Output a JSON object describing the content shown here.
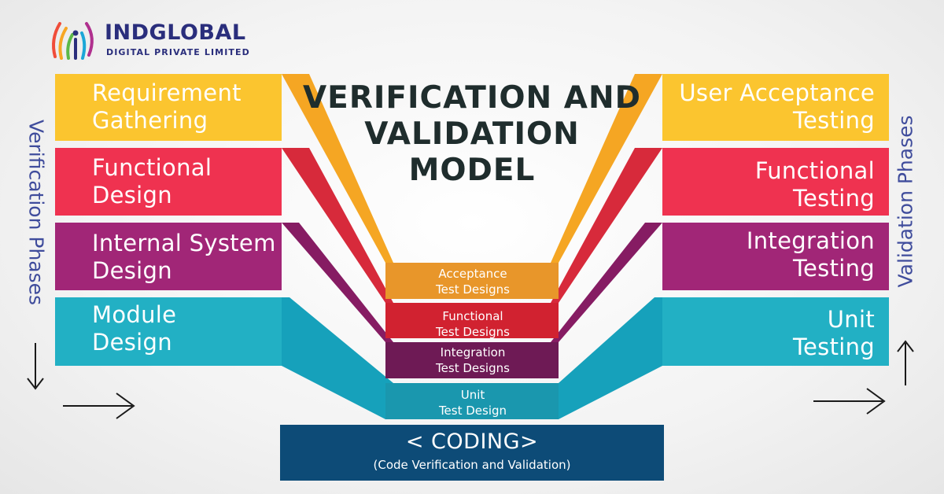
{
  "brand": {
    "name": "INDGLOBAL",
    "tagline": "DIGITAL PRIVATE LIMITED"
  },
  "title": {
    "line1": "VERIFICATION AND",
    "line2": "VALIDATION",
    "line3": "MODEL"
  },
  "side_labels": {
    "left": "Verification Phases",
    "right": "Validation Phases"
  },
  "verification_phases": [
    {
      "line1": "Requirement",
      "line2": "Gathering",
      "color": "#fbc52f"
    },
    {
      "line1": "Functional",
      "line2": "Design",
      "color": "#ef3250"
    },
    {
      "line1": "Internal System",
      "line2": "Design",
      "color": "#a12677"
    },
    {
      "line1": "Module",
      "line2": "Design",
      "color": "#22b0c4"
    }
  ],
  "validation_phases": [
    {
      "line1": "User Acceptance",
      "line2": "Testing",
      "color": "#fbc52f"
    },
    {
      "line1": "Functional",
      "line2": "Testing",
      "color": "#ef3250"
    },
    {
      "line1": "Integration",
      "line2": "Testing",
      "color": "#a12677"
    },
    {
      "line1": "Unit",
      "line2": "Testing",
      "color": "#22b0c4"
    }
  ],
  "test_designs": [
    {
      "line1": "Acceptance",
      "line2": "Test Designs",
      "color": "#e8962a"
    },
    {
      "line1": "Functional",
      "line2": "Test Designs",
      "color": "#d12230"
    },
    {
      "line1": "Integration",
      "line2": "Test Designs",
      "color": "#6e1a55"
    },
    {
      "line1": "Unit",
      "line2": "Test Design",
      "color": "#1a97ae"
    }
  ],
  "coding": {
    "title": "< CODING>",
    "subtitle": "(Code Verification and Validation)",
    "color": "#0d4b77"
  }
}
